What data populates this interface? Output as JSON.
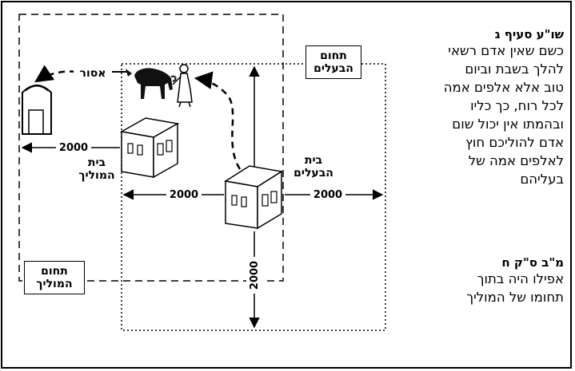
{
  "labels": {
    "tchum_owners": [
      "תחום",
      "הבעלים"
    ],
    "tchum_lender": [
      "תחום",
      "המוליך"
    ],
    "house_owners": [
      "בית",
      "הבעלים"
    ],
    "house_lender": [
      "בית",
      "המוליך"
    ],
    "forbidden": "אסור",
    "distance": "2000"
  },
  "text": {
    "heading1": "שו\"ע סעיף ג",
    "para1": [
      "כשם שאין אדם רשאי",
      "להלך בשבת וביום",
      "טוב אלא אלפים אמה",
      "לכל רוח, כך כליו",
      "ובהמתו אין יכול שום",
      "אדם להוליכם חוץ",
      "לאלפים אמה של",
      "בעליהם"
    ],
    "heading2": "מ\"ב ס\"ק ח",
    "para2": [
      "אפילו היה בתוך",
      "תחומו של המוליך"
    ]
  }
}
